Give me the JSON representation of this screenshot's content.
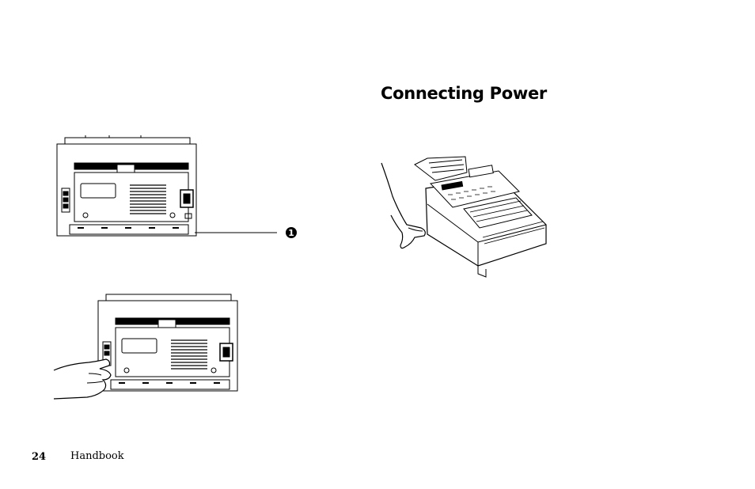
{
  "heading": "Connecting Power",
  "footer": {
    "page_number": "24",
    "book_title": "Handbook"
  },
  "callout": "1"
}
